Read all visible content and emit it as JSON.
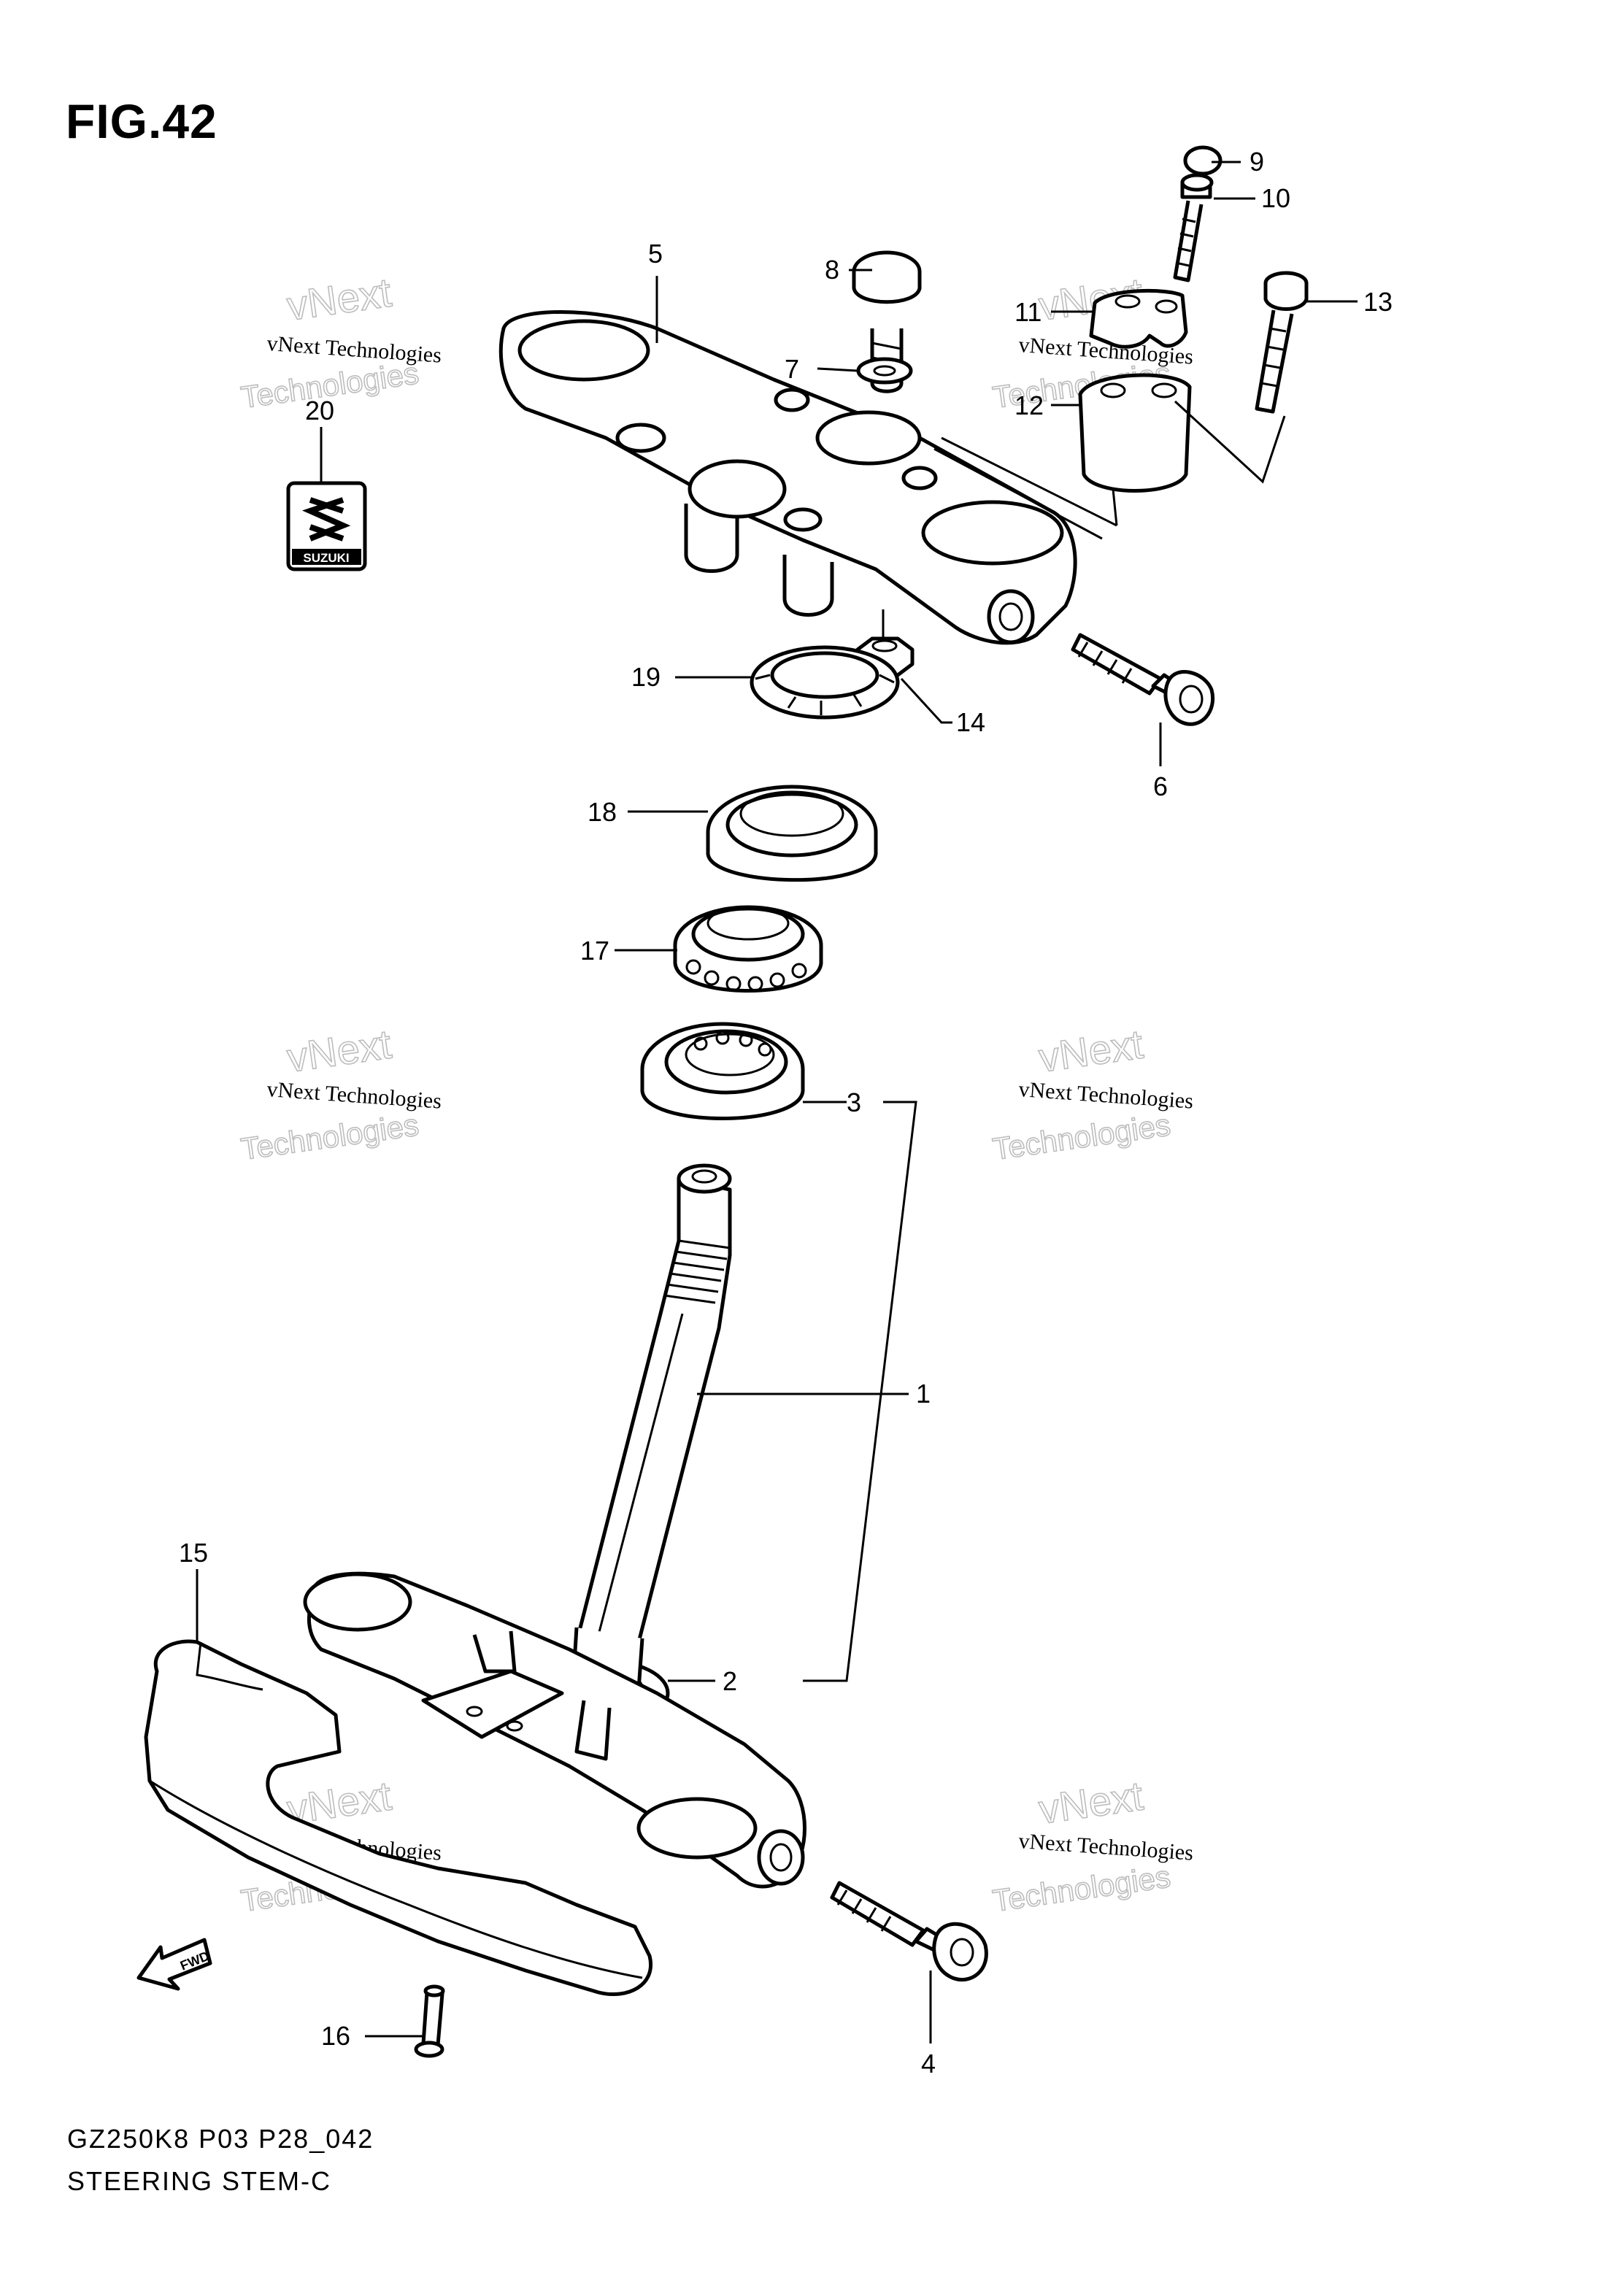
{
  "figure": {
    "title": "FIG.42",
    "model_code": "GZ250K8 P03 P28_042",
    "caption": "STEERING STEM-C"
  },
  "watermark": {
    "line1": "vNext Technologies",
    "line2": "vNext",
    "line3": "Technologies"
  },
  "emblem": {
    "text": "SUZUKI"
  },
  "fwd_arrow": {
    "label": "FWD"
  },
  "callouts": [
    {
      "id": "1",
      "label": "1"
    },
    {
      "id": "2",
      "label": "2"
    },
    {
      "id": "3",
      "label": "3"
    },
    {
      "id": "4",
      "label": "4"
    },
    {
      "id": "5",
      "label": "5"
    },
    {
      "id": "6",
      "label": "6"
    },
    {
      "id": "7",
      "label": "7"
    },
    {
      "id": "8",
      "label": "8"
    },
    {
      "id": "9",
      "label": "9"
    },
    {
      "id": "10",
      "label": "10"
    },
    {
      "id": "11",
      "label": "11"
    },
    {
      "id": "12",
      "label": "12"
    },
    {
      "id": "13",
      "label": "13"
    },
    {
      "id": "14",
      "label": "14"
    },
    {
      "id": "15",
      "label": "15"
    },
    {
      "id": "16",
      "label": "16"
    },
    {
      "id": "17",
      "label": "17"
    },
    {
      "id": "18",
      "label": "18"
    },
    {
      "id": "19",
      "label": "19"
    },
    {
      "id": "20",
      "label": "20"
    }
  ]
}
